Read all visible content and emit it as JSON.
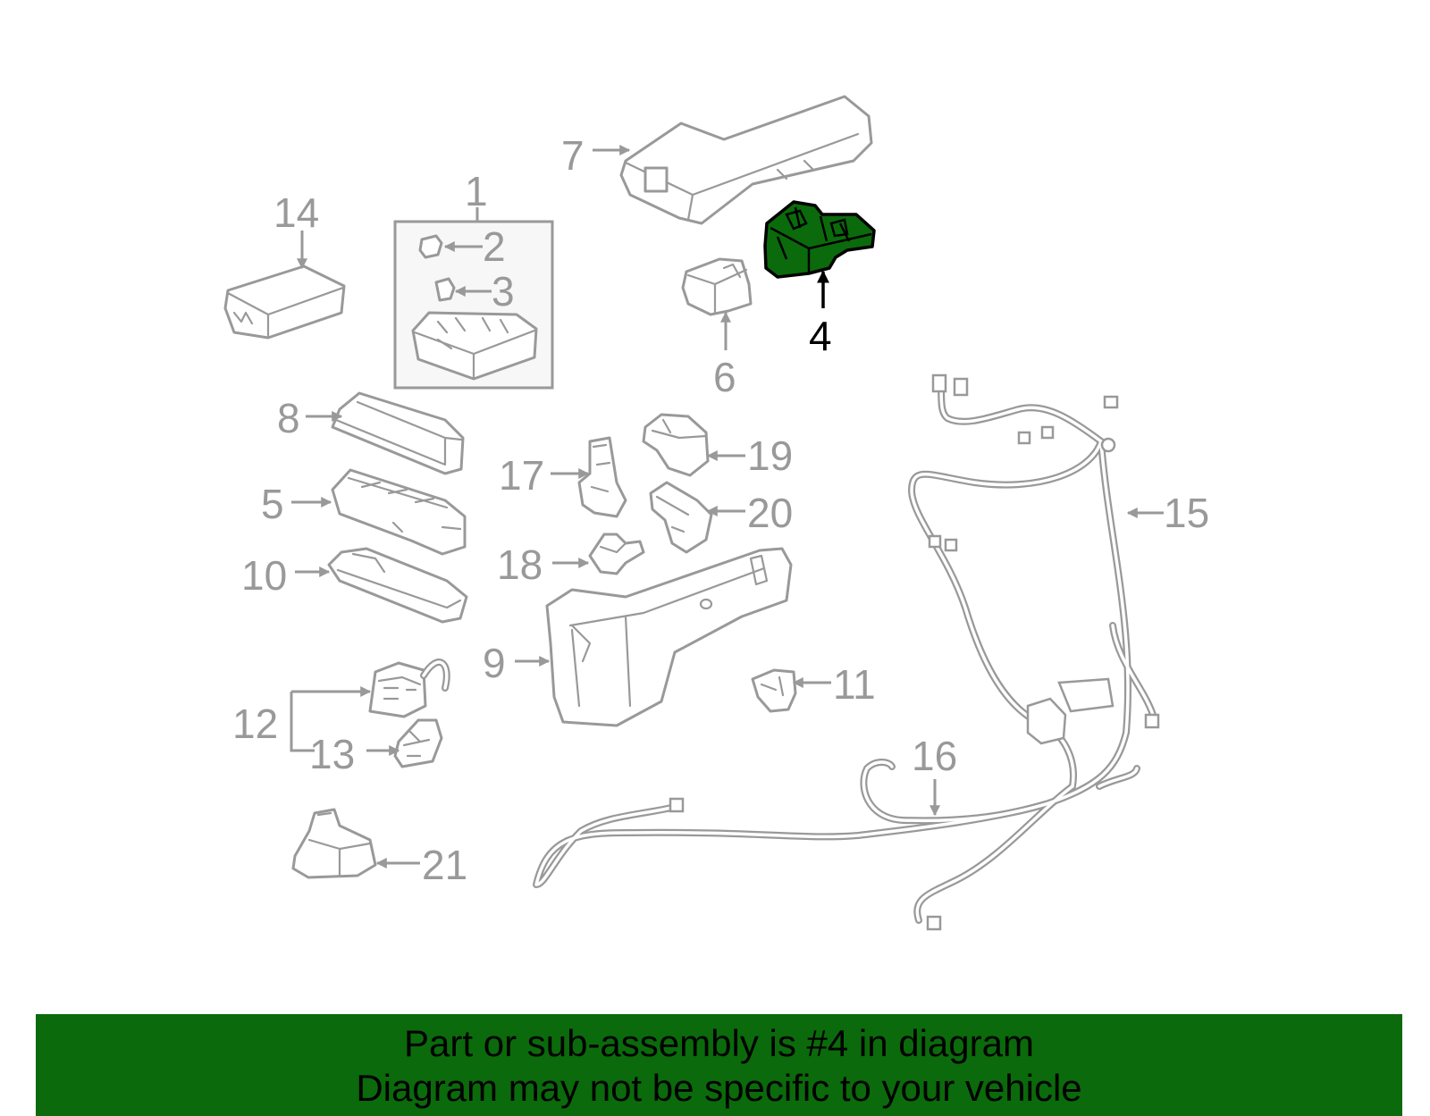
{
  "diagram": {
    "selected_part": "4",
    "highlight_color": "#0b6a0b",
    "line_color": "#999999",
    "callouts": [
      "1",
      "2",
      "3",
      "4",
      "5",
      "6",
      "7",
      "8",
      "9",
      "10",
      "11",
      "12",
      "13",
      "14",
      "15",
      "16",
      "17",
      "18",
      "19",
      "20",
      "21"
    ]
  },
  "banner": {
    "line1": "Part or sub-assembly is #4 in diagram",
    "line2": "Diagram may not be specific to your vehicle",
    "background": "#0b6a0b"
  }
}
